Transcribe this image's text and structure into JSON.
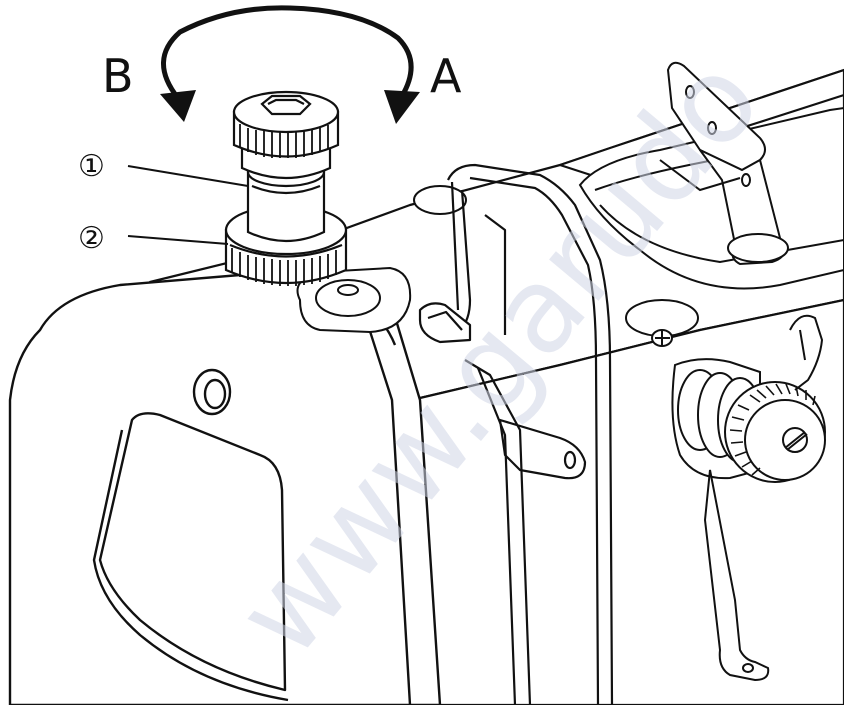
{
  "labels": {
    "rotation_a": "A",
    "rotation_b": "B",
    "part_1": "①",
    "part_2": "②"
  },
  "watermark": "www.garudo",
  "colors": {
    "stroke": "#111111",
    "fill": "#ffffff",
    "watermark": "#cfd6e6"
  }
}
